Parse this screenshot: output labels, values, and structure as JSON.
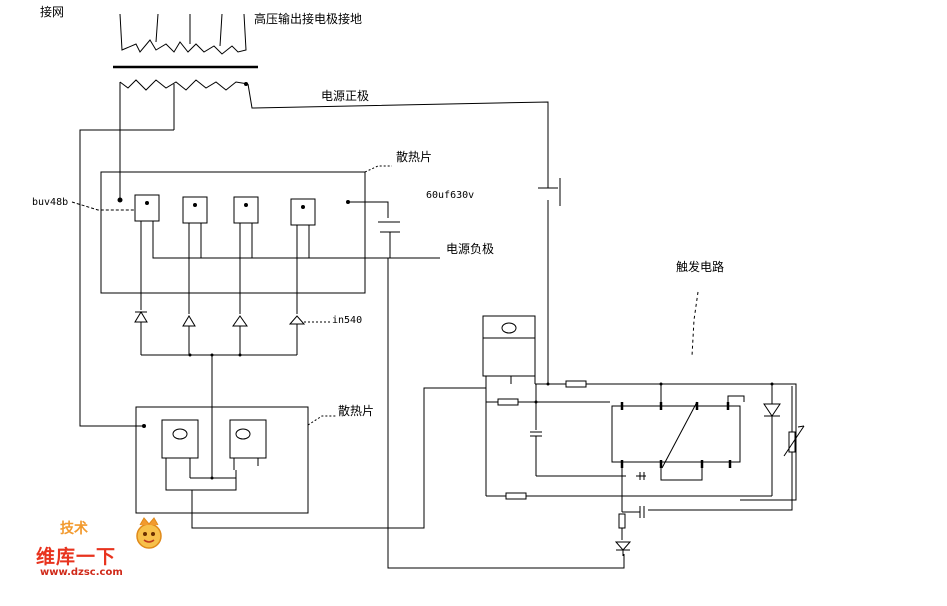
{
  "labels": {
    "ground_net": "接网",
    "hv_output": "高压输出接电极接地",
    "power_positive": "电源正极",
    "heatsink_top": "散热片",
    "buv48b": "buv48b",
    "capacitor": "60uf630v",
    "power_negative": "电源负极",
    "trigger_circuit": "触发电路",
    "diode_part": "in540",
    "heatsink_bottom": "散热片"
  },
  "watermark": {
    "brand": "维库一下",
    "top_text": "技术",
    "url": "www.dzsc.com"
  },
  "colors": {
    "ink": "#000000",
    "background": "#ffffff"
  }
}
